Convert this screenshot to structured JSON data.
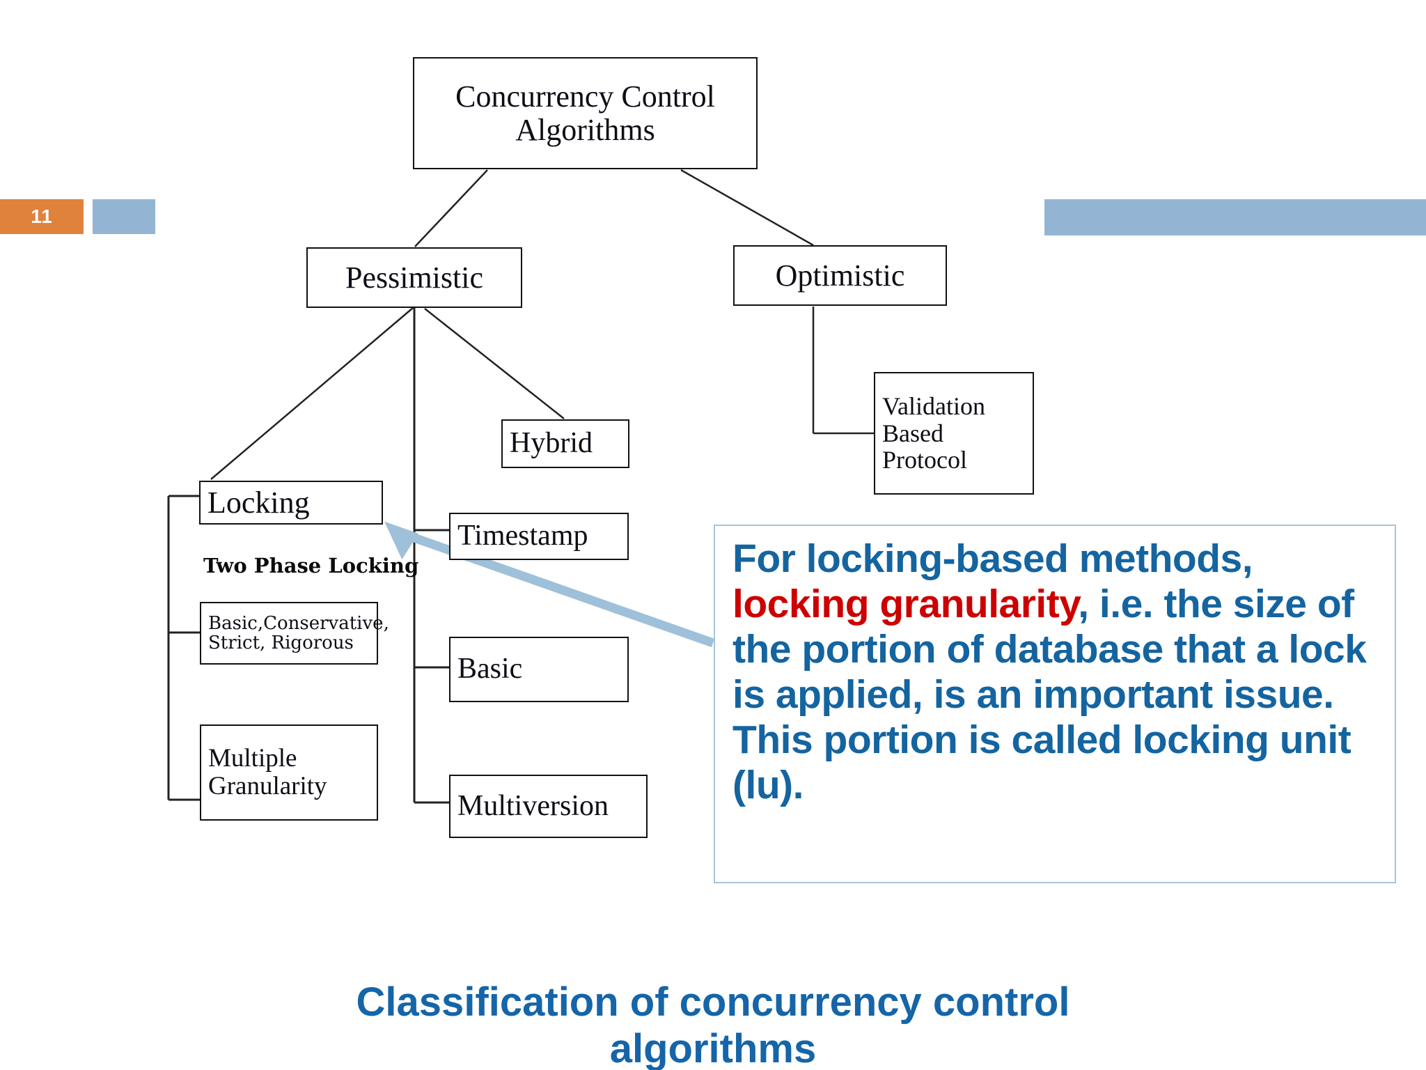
{
  "slide": {
    "page_number": "11",
    "accent_orange": "#E0813C",
    "accent_blue": "#93B5D3"
  },
  "diagram": {
    "title": "Concurrency Control Algorithms",
    "nodes": {
      "root": "Concurrency Control Algorithms",
      "pessimistic": "Pessimistic",
      "optimistic": "Optimistic",
      "validation_based_protocol": "Validation Based Protocol",
      "locking": "Locking",
      "two_phase_locking_label": "Two Phase Locking",
      "two_phase_locking_kinds": "Basic,Conservative, Strict, Rigorous",
      "multiple_granularity": "Multiple Granularity",
      "hybrid": "Hybrid",
      "timestamp": "Timestamp",
      "basic": "Basic",
      "multiversion": "Multiversion"
    },
    "line_color": "#222222"
  },
  "callout": {
    "border_color": "#A8C4DC",
    "text_color": "#1464A0",
    "highlight_color": "#CC0000",
    "part1": "For locking-based methods, ",
    "highlight": "locking granularity",
    "part2": ", i.e. the size of the portion of database that a lock is applied, is an important issue. This portion is called locking unit (lu)."
  },
  "arrow": {
    "color": "#9FC0D9"
  },
  "caption": {
    "line1": "Classification of concurrency control",
    "line2": "algorithms",
    "color": "#1565A8"
  }
}
